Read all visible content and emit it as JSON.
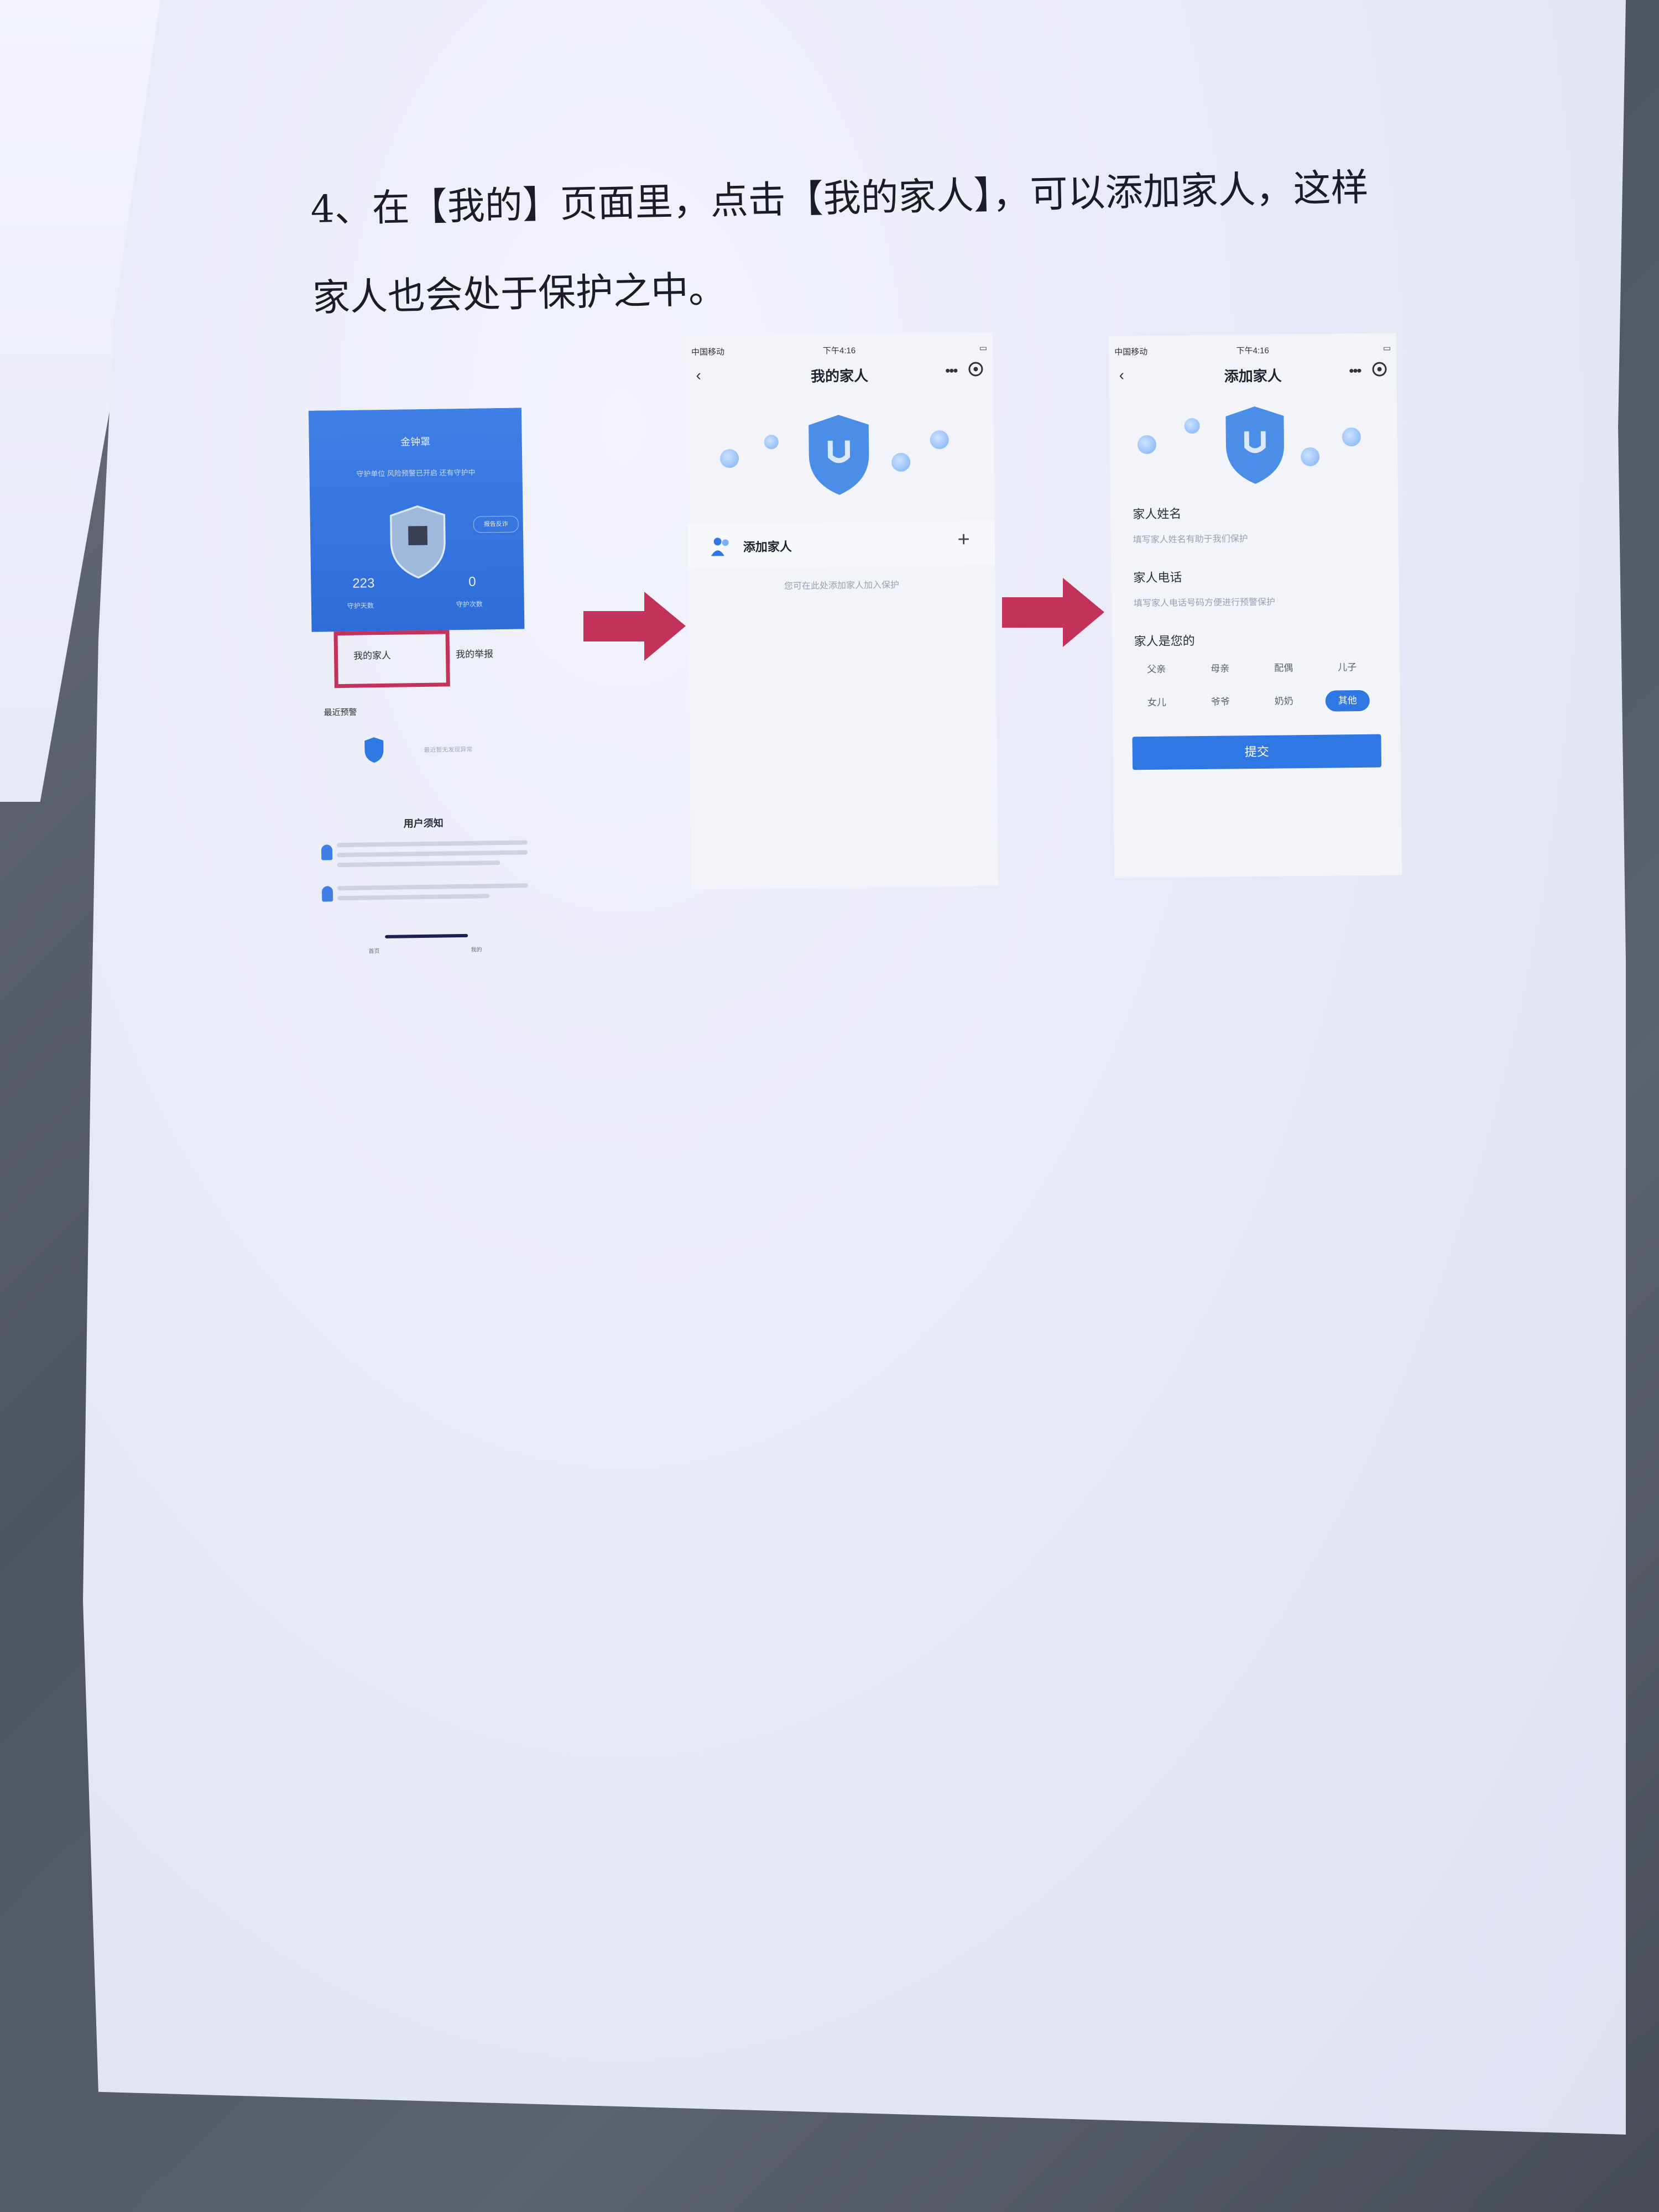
{
  "instruction": {
    "line1": "4、在【我的】页面里，点击【我的家人】，可以添加家人，这样",
    "line2": "家人也会处于保护之中。"
  },
  "screen1": {
    "card_title": "金钟罩",
    "card_subtitle": "守护单位  风险预警已开启  还有守护中",
    "card_pill": "报告反诈",
    "stat_left_value": "223",
    "stat_left_label": "守护天数",
    "stat_right_value": "0",
    "stat_right_label": "守护次数",
    "my_family": "我的家人",
    "my_report": "我的举报",
    "recent_label": "最近预警",
    "recent_text": "最近暂无发现异常",
    "notice_title": "用户须知",
    "tab_left": "首页",
    "tab_right": "我的"
  },
  "screen2": {
    "status_left": "中国移动",
    "status_time": "下午4:16",
    "title": "我的家人",
    "add_label": "添加家人",
    "add_plus": "+",
    "add_hint": "您可在此处添加家人加入保护"
  },
  "screen3": {
    "status_left": "中国移动",
    "status_time": "下午4:16",
    "title": "添加家人",
    "name_label": "家人姓名",
    "name_placeholder": "填写家人姓名有助于我们保护",
    "phone_label": "家人电话",
    "phone_placeholder": "填写家人电话号码方便进行预警保护",
    "relation_label": "家人是您的",
    "relations": [
      "父亲",
      "母亲",
      "配偶",
      "儿子",
      "女儿",
      "爷爷",
      "奶奶",
      "其他"
    ],
    "selected_relation": "其他",
    "submit": "提交"
  },
  "colors": {
    "accent_blue": "#2f78e4",
    "arrow_red": "#c3325a"
  }
}
